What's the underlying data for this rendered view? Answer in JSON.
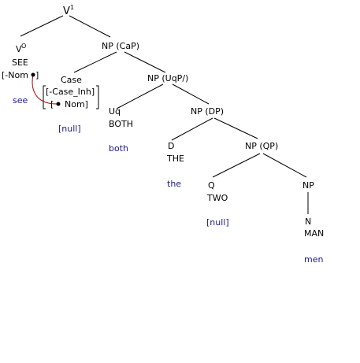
{
  "colors": {
    "background": "#ffffff",
    "node_text": "#000000",
    "gloss_text": "#1a1a8c",
    "agree_arrow": "#b00000"
  },
  "tree": {
    "root": {
      "base": "V",
      "sup": "1"
    },
    "v0": {
      "base": "V",
      "sup": "O",
      "lexeme": "SEE",
      "feature": "[-Nom",
      "feature_close": "]",
      "gloss": "see"
    },
    "np_cap": {
      "label": "NP (CaP)"
    },
    "case": {
      "label": "Case",
      "feature_line1": "[-Case_Inh]",
      "feature_line2_open": "[",
      "feature_line2": "Nom]",
      "gloss": "[null]"
    },
    "np_uqp": {
      "label": "NP (UqP/)"
    },
    "uq": {
      "label": "Uq",
      "lexeme": "BOTH",
      "gloss": "both"
    },
    "np_dp": {
      "label": "NP (DP)"
    },
    "d": {
      "label": "D",
      "lexeme": "THE",
      "gloss": "the"
    },
    "np_qp": {
      "label": "NP (QP)"
    },
    "q": {
      "label": "Q",
      "lexeme": "TWO",
      "gloss": "[null]"
    },
    "np": {
      "label": "NP"
    },
    "n": {
      "label": "N",
      "lexeme": "MAN",
      "gloss": "men"
    }
  }
}
